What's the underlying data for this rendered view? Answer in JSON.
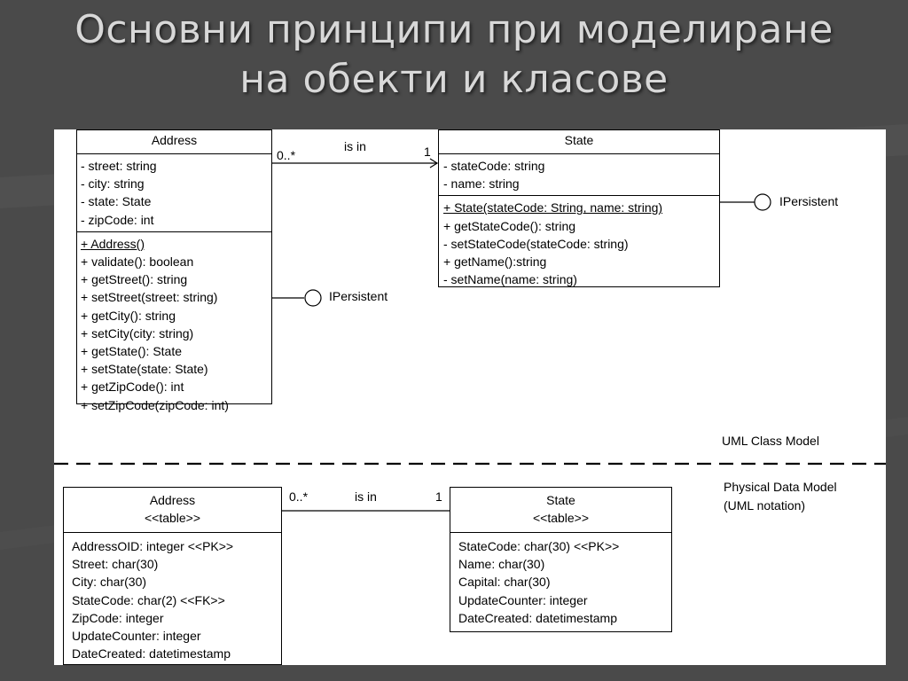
{
  "title": {
    "line1": "Основни принципи при моделиране",
    "line2": "на обекти и класове"
  },
  "class_model": {
    "address": {
      "name": "Address",
      "attributes": [
        "- street: string",
        "- city: string",
        "- state: State",
        "- zipCode: int"
      ],
      "operations": [
        "+ Address()",
        "+ validate(): boolean",
        "+ getStreet(): string",
        "+ setStreet(street: string)",
        "+ getCity(): string",
        "+ setCity(city: string)",
        "+ getState(): State",
        "+ setState(state: State)",
        "+ getZipCode(): int",
        "+ setZipCode(zipCode: int)"
      ]
    },
    "state": {
      "name": "State",
      "attributes": [
        "- stateCode: string",
        "- name: string"
      ],
      "operations": [
        "+ State(stateCode: String, name: string)",
        "+ getStateCode(): string",
        "- setStateCode(stateCode: string)",
        "+ getName():string",
        "- setName(name: string)"
      ]
    },
    "association": {
      "label": "is in",
      "source_mult": "0..*",
      "target_mult": "1"
    },
    "address_interface": "IPersistent",
    "state_interface": "IPersistent",
    "caption": "UML Class Model"
  },
  "data_model": {
    "address_table": {
      "name": "Address",
      "stereotype": "<<table>>",
      "columns": [
        "AddressOID: integer <<PK>>",
        "Street: char(30)",
        "City: char(30)",
        "StateCode: char(2) <<FK>>",
        "ZipCode: integer",
        "UpdateCounter: integer",
        "DateCreated: datetimestamp"
      ]
    },
    "state_table": {
      "name": "State",
      "stereotype": "<<table>>",
      "columns": [
        "StateCode: char(30) <<PK>>",
        "Name: char(30)",
        "Capital: char(30)",
        "UpdateCounter: integer",
        "DateCreated: datetimestamp"
      ]
    },
    "association": {
      "label": "is in",
      "source_mult": "0..*",
      "target_mult": "1"
    },
    "caption_line1": "Physical Data Model",
    "caption_line2": "(UML notation)"
  }
}
